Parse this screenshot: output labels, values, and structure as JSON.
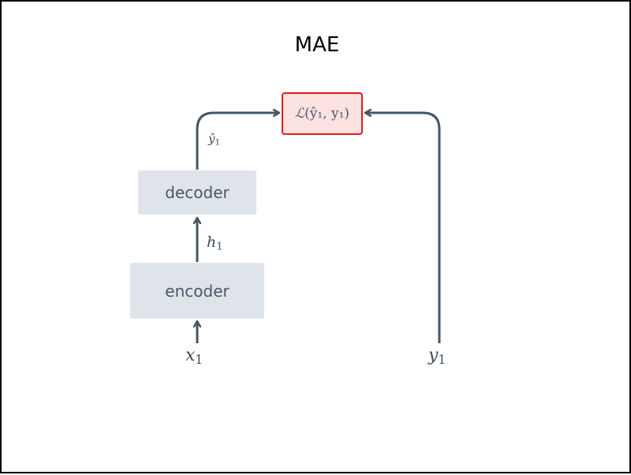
{
  "title": "MAE",
  "colors": {
    "box_fill": "#dfe4ea",
    "box_text": "#4a5868",
    "arrow": "#445566",
    "loss_border": "#e41a1a",
    "loss_fill": "#fde2e2"
  },
  "nodes": {
    "decoder": "decoder",
    "encoder": "encoder",
    "loss": {
      "symbol": "ℒ",
      "args": "(ŷ₁, y₁)"
    }
  },
  "labels": {
    "x1": {
      "base": "x",
      "sub": "1"
    },
    "y1": {
      "base": "y",
      "sub": "1"
    },
    "h1": {
      "base": "h",
      "sub": "1"
    },
    "yhat1": {
      "base": "ŷ",
      "sub": "1"
    }
  },
  "edges": [
    {
      "from": "x1",
      "to": "encoder"
    },
    {
      "from": "encoder",
      "to": "decoder",
      "label": "h1"
    },
    {
      "from": "decoder",
      "to": "loss",
      "label": "yhat1"
    },
    {
      "from": "y1",
      "to": "loss"
    }
  ]
}
